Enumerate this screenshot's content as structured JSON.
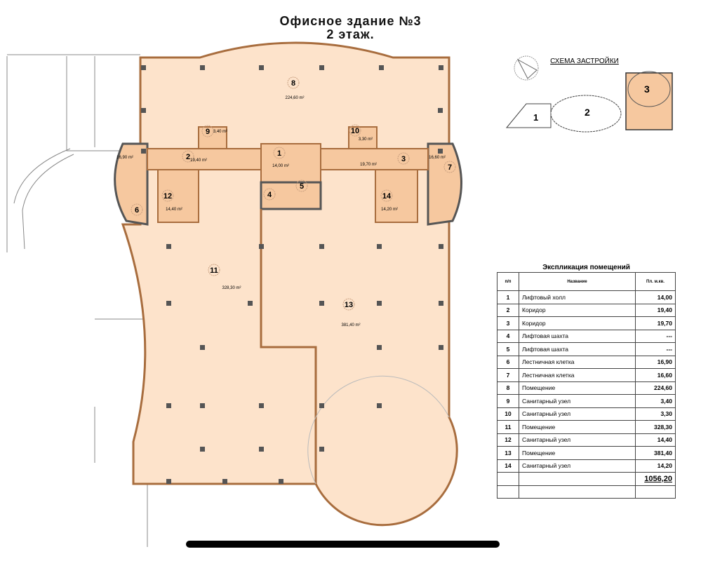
{
  "title": {
    "line1": "Офисное здание №3",
    "line2": "2 этаж."
  },
  "scheme": {
    "title": "СХЕМА ЗАСТРОЙКИ",
    "labels": [
      "1",
      "2",
      "3"
    ]
  },
  "plan": {
    "rooms": [
      {
        "num": "1",
        "area": "14,00 m²"
      },
      {
        "num": "2",
        "area": "19,40 m²"
      },
      {
        "num": "3",
        "area": "19,70 m²"
      },
      {
        "num": "4",
        "area": ""
      },
      {
        "num": "5",
        "area": ""
      },
      {
        "num": "6",
        "area": "16,90 m²"
      },
      {
        "num": "7",
        "area": "16,60 m²"
      },
      {
        "num": "8",
        "area": "224,60 m²"
      },
      {
        "num": "9",
        "area": "3,40 m²"
      },
      {
        "num": "10",
        "area": "3,30 m²"
      },
      {
        "num": "11",
        "area": "328,30 m²"
      },
      {
        "num": "12",
        "area": "14,40 m²"
      },
      {
        "num": "13",
        "area": "381,40 m²"
      },
      {
        "num": "14",
        "area": "14,20 m²"
      }
    ]
  },
  "explication": {
    "title": "Экспликация помещений",
    "headers": [
      "п/п",
      "Название",
      "Пл. м.кв."
    ],
    "rows": [
      [
        "1",
        "Лифтовый холл",
        "14,00"
      ],
      [
        "2",
        "Коридор",
        "19,40"
      ],
      [
        "3",
        "Коридор",
        "19,70"
      ],
      [
        "4",
        "Лифтовая шахта",
        "---"
      ],
      [
        "5",
        "Лифтовая шахта",
        "---"
      ],
      [
        "6",
        "Лестничная клетка",
        "16,90"
      ],
      [
        "7",
        "Лестничная клетка",
        "16,60"
      ],
      [
        "8",
        "Помещение",
        "224,60"
      ],
      [
        "9",
        "Санитарный узел",
        "3,40"
      ],
      [
        "10",
        "Санитарный узел",
        "3,30"
      ],
      [
        "11",
        "Помещение",
        "328,30"
      ],
      [
        "12",
        "Санитарный узел",
        "14,40"
      ],
      [
        "13",
        "Помещение",
        "381,40"
      ],
      [
        "14",
        "Санитарный узел",
        "14,20"
      ]
    ],
    "total": "1056,20"
  },
  "colors": {
    "floor": "#fde3cb",
    "room": "#f6c89f",
    "wall": "#a86d3e"
  }
}
